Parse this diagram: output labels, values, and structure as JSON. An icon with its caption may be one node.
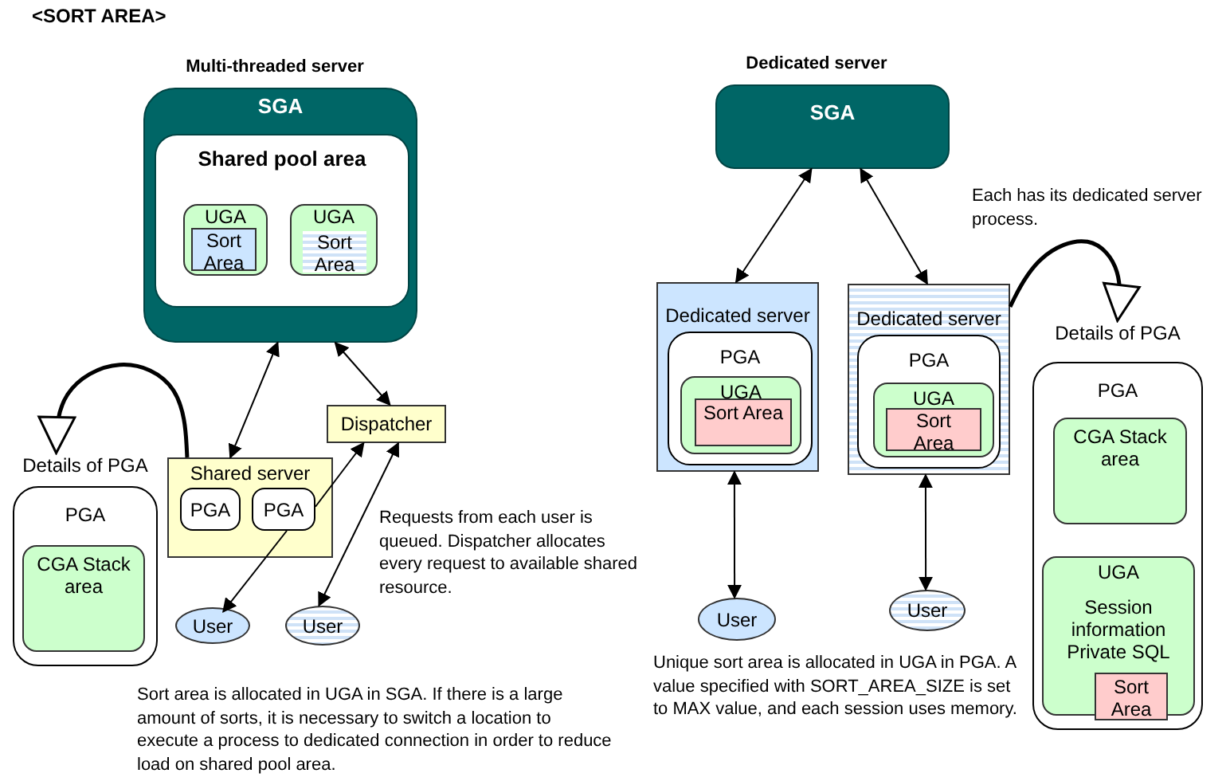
{
  "diagram": {
    "title": "<SORT AREA>",
    "nodes": [
      {
        "text": [
          "SGA"
        ]
      },
      {
        "text": [
          "Shared pool area"
        ],
        "in": 0
      },
      {
        "text": [
          "UGA"
        ],
        "in": 1
      },
      {
        "text": [
          "Sort Area"
        ],
        "in": 2
      },
      {
        "text": [
          "UGA"
        ],
        "in": 1
      },
      {
        "text": [
          "Sort Area"
        ],
        "in": 4
      },
      {
        "text": [
          "Dispatcher"
        ]
      },
      {
        "text": [
          "Shared server"
        ]
      },
      {
        "text": [
          "PGA"
        ],
        "in": 7
      },
      {
        "text": [
          "PGA"
        ],
        "in": 7
      },
      {
        "text": [
          "User"
        ]
      },
      {
        "text": [
          "User"
        ]
      },
      {
        "text": [
          "Details of PGA",
          "PGA"
        ]
      },
      {
        "text": [
          "CGA Stack area"
        ],
        "in": 12
      },
      {
        "text": [
          "SGA"
        ]
      },
      {
        "text": [
          "Dedicated server"
        ]
      },
      {
        "text": [
          "PGA"
        ],
        "in": 15
      },
      {
        "text": [
          "UGA"
        ],
        "in": 16
      },
      {
        "text": [
          "Sort Area"
        ],
        "in": 17
      },
      {
        "text": [
          "Dedicated server"
        ]
      },
      {
        "text": [
          "PGA"
        ],
        "in": 19
      },
      {
        "text": [
          "UGA"
        ],
        "in": 20
      },
      {
        "text": [
          "Sort Area"
        ],
        "in": 21
      },
      {
        "text": [
          "User"
        ]
      },
      {
        "text": [
          "User"
        ]
      },
      {
        "text": [
          "Details of PGA",
          "PGA"
        ]
      },
      {
        "text": [
          "CGA Stack area"
        ],
        "in": 25
      },
      {
        "text": [
          "UGA",
          "Session information Private SQL"
        ],
        "in": 25
      },
      {
        "text": [
          "Sort Area"
        ],
        "in": 27
      }
    ],
    "edges": [
      {
        "from": 0,
        "to": 7,
        "arrow": "both"
      },
      {
        "from": 0,
        "to": 6,
        "arrow": "both"
      },
      {
        "from": 9,
        "to": 6,
        "arrow": "to"
      },
      {
        "from": 9,
        "to": 10,
        "arrow": "to"
      },
      {
        "from": 11,
        "to": 6,
        "arrow": "both"
      },
      {
        "from": 7,
        "to": 12,
        "arrow": "to",
        "style": "thick"
      },
      {
        "from": 14,
        "to": 15,
        "arrow": "both"
      },
      {
        "from": 14,
        "to": 19,
        "arrow": "both"
      },
      {
        "from": 15,
        "to": 23,
        "arrow": "both"
      },
      {
        "from": 19,
        "to": 24,
        "arrow": "both"
      },
      {
        "from": 19,
        "to": 25,
        "arrow": "to",
        "style": "thick"
      }
    ],
    "labels": [
      "Multi-threaded server",
      "Dedicated server",
      "Each has its dedicated server process.",
      "Requests from each user is queued. Dispatcher allocates every request to available shared resource.",
      "Sort area is allocated in UGA in SGA. If there is a large amount of sorts, it is necessary to switch a location to execute a process to dedicated connection in order to reduce load on shared pool area.",
      "Unique sort area is allocated in UGA in PGA. A value specified with SORT_AREA_SIZE is set to MAX value, and each session uses memory."
    ]
  }
}
